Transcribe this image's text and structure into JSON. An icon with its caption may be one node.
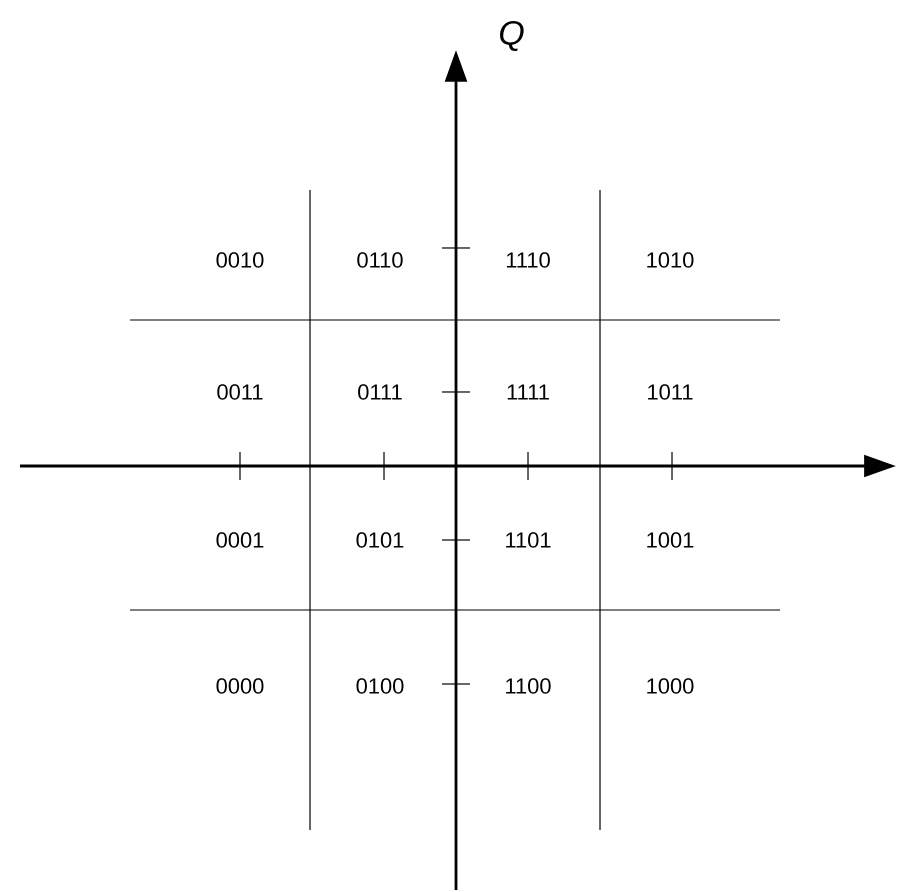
{
  "diagram": {
    "labels": [
      "Q",
      "0010",
      "0110",
      "1110",
      "1010",
      "0011",
      "0111",
      "1111",
      "1011",
      "0001",
      "0101",
      "1101",
      "1001",
      "0000",
      "0100",
      "1100",
      "1000"
    ]
  }
}
